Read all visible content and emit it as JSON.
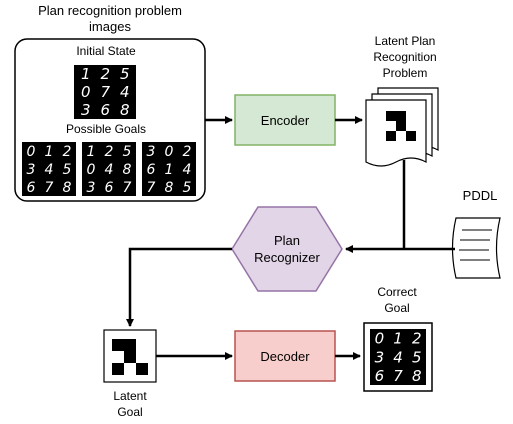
{
  "title_line1": "Plan recognition problem",
  "title_line2": "images",
  "initial_state_label": "Initial State",
  "possible_goals_label": "Possible Goals",
  "initial_state_digits": [
    "1",
    "2",
    "5",
    "0",
    "7",
    "4",
    "3",
    "6",
    "8"
  ],
  "goal_digits": [
    [
      "0",
      "1",
      "2",
      "3",
      "4",
      "5",
      "6",
      "7",
      "8"
    ],
    [
      "1",
      "2",
      "5",
      "0",
      "4",
      "8",
      "3",
      "6",
      "7"
    ],
    [
      "3",
      "0",
      "2",
      "6",
      "1",
      "4",
      "7",
      "8",
      "5"
    ]
  ],
  "correct_goal_digits": [
    "0",
    "1",
    "2",
    "3",
    "4",
    "5",
    "6",
    "7",
    "8"
  ],
  "encoder_label": "Encoder",
  "decoder_label": "Decoder",
  "latent_problem_line1": "Latent Plan",
  "latent_problem_line2": "Recognition",
  "latent_problem_line3": "Problem",
  "pddl_label": "PDDL",
  "recognizer_line1": "Plan",
  "recognizer_line2": "Recognizer",
  "latent_goal_line1": "Latent",
  "latent_goal_line2": "Goal",
  "correct_goal_line1": "Correct",
  "correct_goal_line2": "Goal",
  "colors": {
    "encoder_fill": "#d5e8d4",
    "encoder_stroke": "#82b366",
    "decoder_fill": "#f8cecc",
    "decoder_stroke": "#b85450",
    "recognizer_fill": "#e1d5e7",
    "recognizer_stroke": "#9673a6"
  }
}
